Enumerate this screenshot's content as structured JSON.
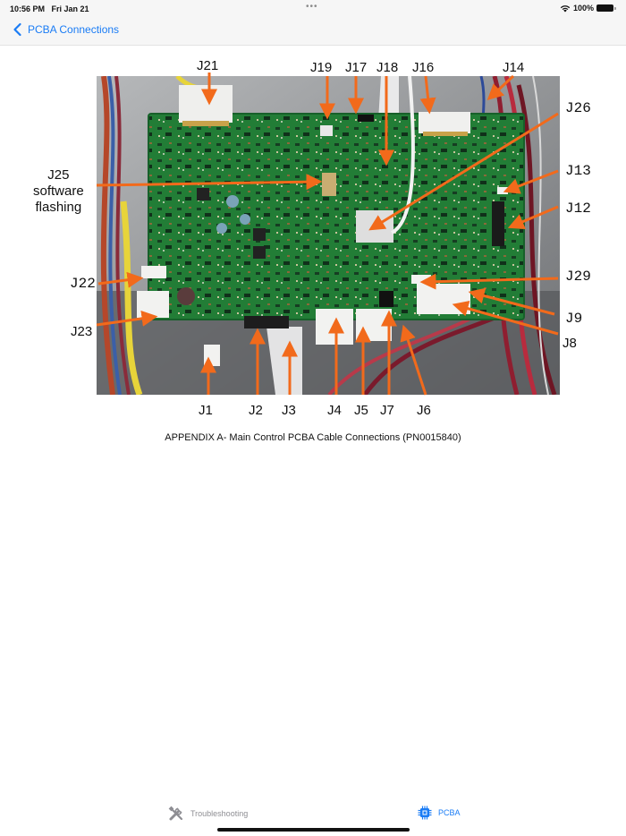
{
  "status_bar": {
    "time": "10:56 PM",
    "date": "Fri Jan 21",
    "multitask_dots": "•••",
    "battery_percent": "100%"
  },
  "nav_bar": {
    "back_label": "PCBA Connections"
  },
  "figure": {
    "caption": "APPENDIX A- Main Control PCBA Cable Connections (PN0015840)",
    "connector_labels": {
      "j21": "J21",
      "j19": "J19",
      "j17": "J17",
      "j18": "J18",
      "j16": "J16",
      "j14": "J14",
      "j26": "J26",
      "j13": "J13",
      "j12": "J12",
      "j29": "J29",
      "j9": "J9",
      "j8": "J8",
      "j25_line1": "J25",
      "j25_line2": "software",
      "j25_line3": "flashing",
      "j22": "J22",
      "j23": "J23",
      "j1": "J1",
      "j2": "J2",
      "j3": "J3",
      "j4": "J4",
      "j5": "J5",
      "j7": "J7",
      "j6": "J6"
    },
    "colors": {
      "arrow": "#f26a1b",
      "board": "#1f7a34",
      "background_panel": "#8f9193"
    }
  },
  "tab_bar": {
    "tabs": [
      {
        "label": "Troubleshooting",
        "icon": "tools-icon",
        "active": false
      },
      {
        "label": "PCBA",
        "icon": "chip-icon",
        "active": true
      }
    ],
    "active_color": "#1a7cf5",
    "inactive_color": "#8e8e93"
  }
}
